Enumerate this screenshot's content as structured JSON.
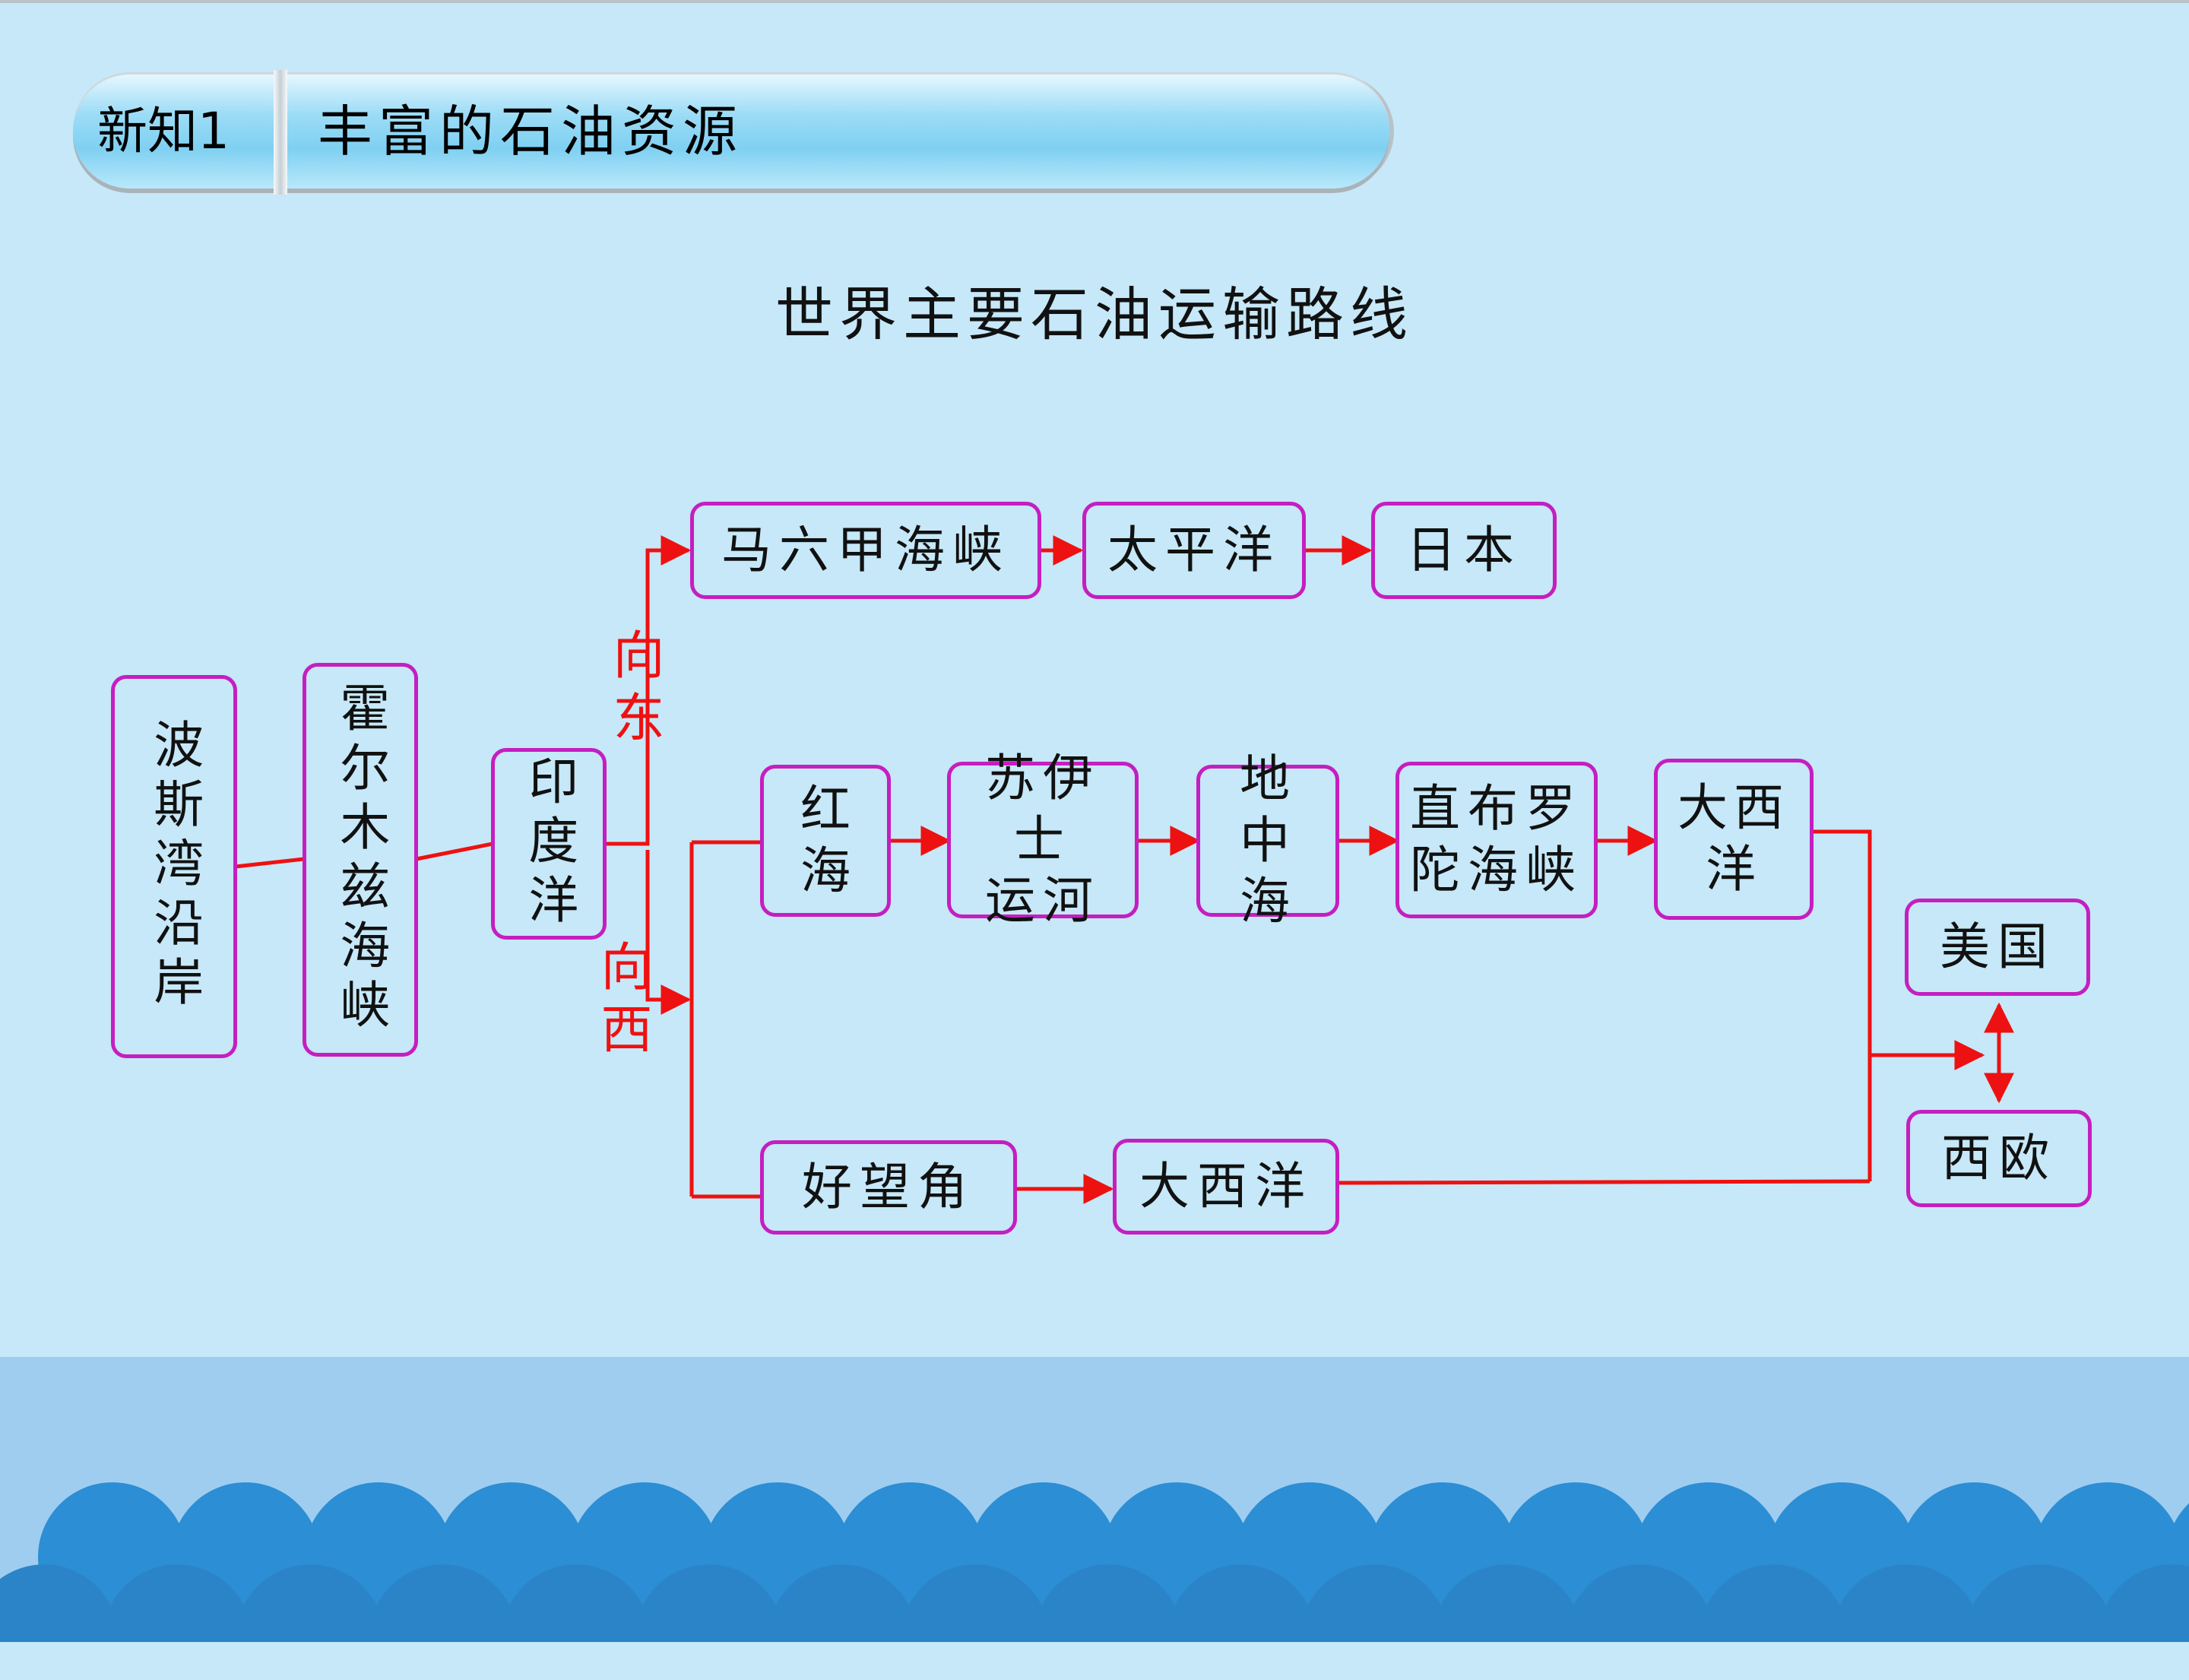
{
  "header": {
    "label": "新知1",
    "title": "丰富的石油资源"
  },
  "diagram": {
    "title": "世界主要石油运输路线",
    "nodes": {
      "persian_gulf": "波斯湾沿岸",
      "hormuz": "霍尔木兹海峡",
      "indian_ocean": "印度洋",
      "malacca": "马六甲海峡",
      "pacific": "太平洋",
      "japan": "日本",
      "red_sea": "红海",
      "suez_line1": "苏伊士",
      "suez_line2": "运河",
      "mediterranean": "地中海",
      "gibraltar_line1": "直布罗",
      "gibraltar_line2": "陀海峡",
      "atlantic_north": "大西洋",
      "cape": "好望角",
      "atlantic_south": "大西洋",
      "usa": "美国",
      "west_europe": "西欧"
    },
    "labels": {
      "east": "向东",
      "west": "向西"
    },
    "colors": {
      "box_border": "#c51ec1",
      "line": "#ee1111",
      "wave": "#2c8ed4",
      "band": "#9fcdf0",
      "background": "#c6e8f8"
    }
  }
}
